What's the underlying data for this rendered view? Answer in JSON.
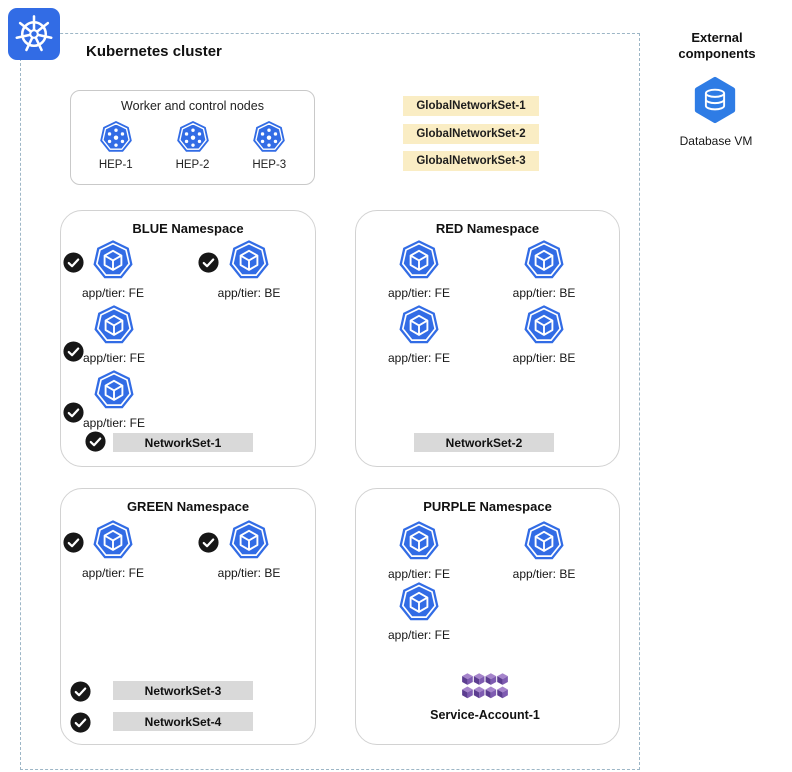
{
  "cluster": {
    "title": "Kubernetes cluster",
    "nodes_box": {
      "title": "Worker and control nodes",
      "nodes": [
        {
          "label": "HEP-1",
          "icon": "kubernetes-node-icon"
        },
        {
          "label": "HEP-2",
          "icon": "kubernetes-node-icon"
        },
        {
          "label": "HEP-3",
          "icon": "kubernetes-node-icon"
        }
      ]
    },
    "global_network_sets": [
      "GlobalNetworkSet-1",
      "GlobalNetworkSet-2",
      "GlobalNetworkSet-3"
    ],
    "namespaces": [
      {
        "title": "BLUE Namespace",
        "pods": [
          {
            "label": "app/tier: FE",
            "checked": true
          },
          {
            "label": "app/tier: BE",
            "checked": true
          },
          {
            "label": "app/tier: FE",
            "checked": true
          },
          {
            "label": "app/tier: FE",
            "checked": true
          }
        ],
        "network_sets": [
          {
            "label": "NetworkSet-1",
            "checked": true
          }
        ]
      },
      {
        "title": "RED Namespace",
        "pods": [
          {
            "label": "app/tier: FE",
            "checked": false
          },
          {
            "label": "app/tier: BE",
            "checked": false
          },
          {
            "label": "app/tier: FE",
            "checked": false
          },
          {
            "label": "app/tier: BE",
            "checked": false
          }
        ],
        "network_sets": [
          {
            "label": "NetworkSet-2",
            "checked": false
          }
        ]
      },
      {
        "title": "GREEN Namespace",
        "pods": [
          {
            "label": "app/tier: FE",
            "checked": true
          },
          {
            "label": "app/tier: BE",
            "checked": true
          }
        ],
        "network_sets": [
          {
            "label": "NetworkSet-3",
            "checked": true
          },
          {
            "label": "NetworkSet-4",
            "checked": true
          }
        ]
      },
      {
        "title": "PURPLE Namespace",
        "pods": [
          {
            "label": "app/tier: FE",
            "checked": false
          },
          {
            "label": "app/tier: BE",
            "checked": false
          },
          {
            "label": "app/tier: FE",
            "checked": false
          }
        ],
        "network_sets": [],
        "service_account": {
          "label": "Service-Account-1",
          "icon": "service-account-icon"
        }
      }
    ]
  },
  "external": {
    "title": "External components",
    "items": [
      {
        "label": "Database VM",
        "icon": "database-vm-icon"
      }
    ]
  },
  "colors": {
    "kubernetes_blue": "#326CE5",
    "global_network_set_bg": "#FAEDC4",
    "network_set_bg": "#D9D9D9",
    "check_badge": "#171717",
    "service_account_purple": "#7E5BB1",
    "cluster_border_dash": "#9DB6C6"
  }
}
